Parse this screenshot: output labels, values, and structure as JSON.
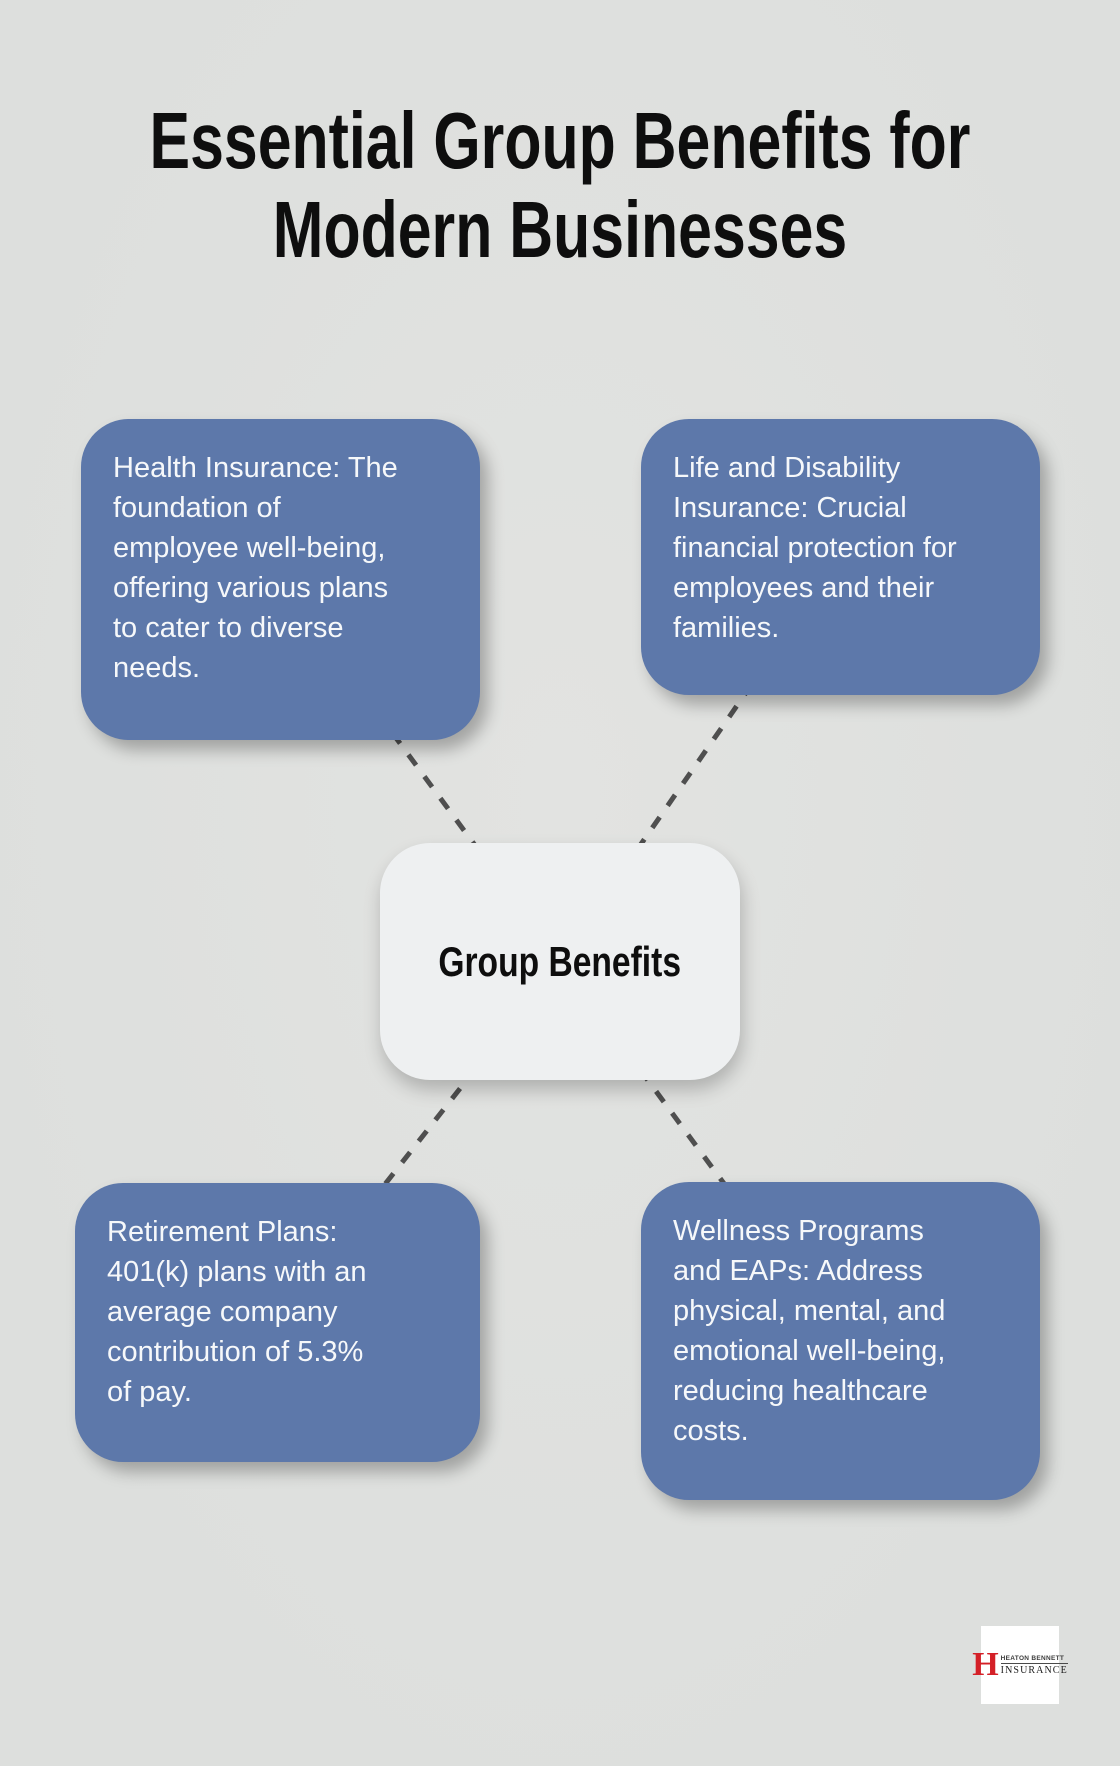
{
  "title": {
    "line1": "Essential Group Benefits for",
    "line2": "Modern Businesses"
  },
  "center_node": {
    "label": "Group Benefits"
  },
  "nodes": [
    {
      "id": "health-insurance",
      "text": "Health Insurance: The foundation of employee well-being, offering various plans to cater to diverse needs.",
      "lines": [
        "Health Insurance: The",
        "foundation of",
        "employee well-being,",
        "offering various plans",
        "to cater to diverse",
        "needs."
      ]
    },
    {
      "id": "life-disability-insurance",
      "text": "Life and Disability Insurance: Crucial financial protection for employees and their families.",
      "lines": [
        "Life and Disability",
        "Insurance: Crucial",
        "financial protection for",
        "employees and their",
        "families."
      ]
    },
    {
      "id": "retirement-plans",
      "text": "Retirement Plans: 401(k) plans with an average company contribution of 5.3% of pay.",
      "lines": [
        "Retirement Plans:",
        "401(k) plans with an",
        "average company",
        "contribution of 5.3%",
        "of pay."
      ]
    },
    {
      "id": "wellness-programs",
      "text": "Wellness Programs and EAPs: Address physical, mental, and emotional well-being, reducing healthcare costs.",
      "lines": [
        "Wellness Programs",
        "and EAPs: Address",
        "physical, mental, and",
        "emotional well-being,",
        "reducing healthcare",
        "costs."
      ]
    }
  ],
  "logo": {
    "monogram": "H",
    "line1": "HEATON BENNETT",
    "line2": "INSURANCE"
  },
  "colors": {
    "background": "#dddfdd",
    "node_blue": "#5d78aa",
    "center_bg": "#eef0f1",
    "connector": "#4f4f4f",
    "title_text": "#0e0e0e",
    "node_text": "#f6f8fa",
    "logo_red": "#d42027"
  }
}
